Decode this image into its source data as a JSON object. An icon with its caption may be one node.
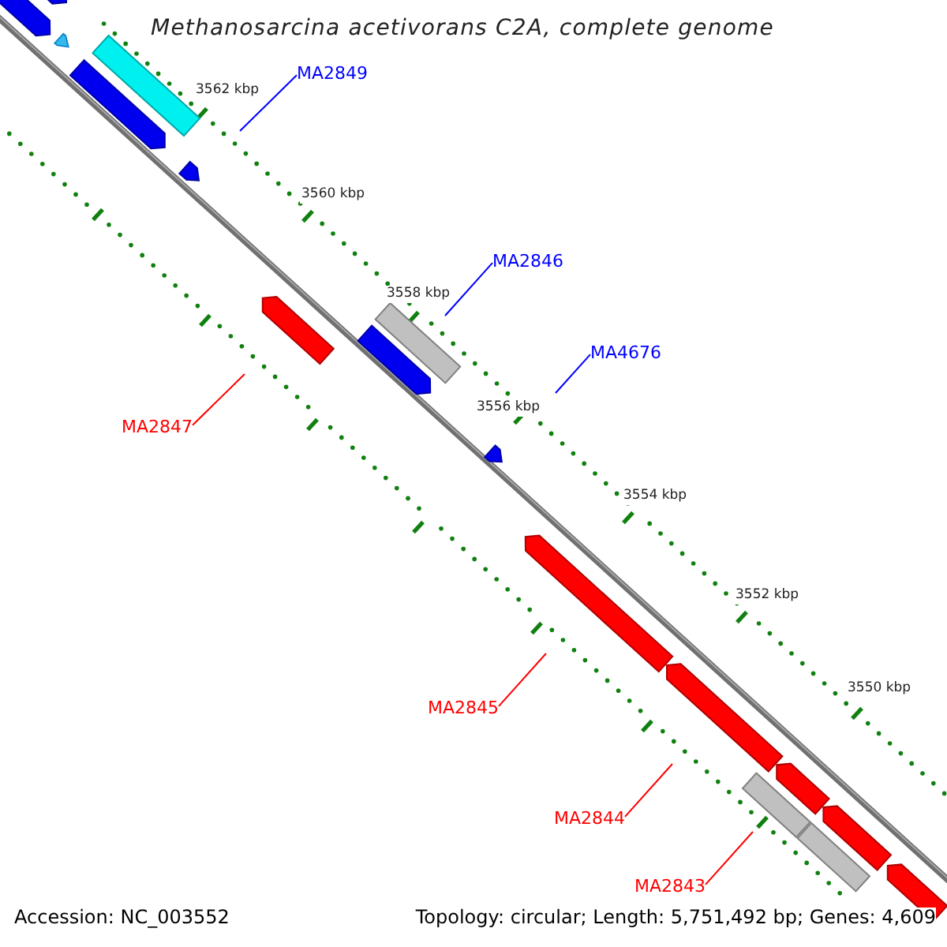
{
  "diagram": {
    "title": "Methanosarcina acetivorans C2A, complete genome",
    "nodes": [
      {
        "text": [
          "MA2849"
        ]
      },
      {
        "text": [
          "MA2846"
        ]
      },
      {
        "text": [
          "MA4676"
        ]
      },
      {
        "text": [
          "MA2847"
        ]
      },
      {
        "text": [
          "MA2845"
        ]
      },
      {
        "text": [
          "MA2844"
        ]
      },
      {
        "text": [
          "MA2843"
        ]
      }
    ],
    "edges": [
      {
        "from": 0,
        "to": null,
        "arrow": "none",
        "color": "#0000ff"
      },
      {
        "from": 1,
        "to": null,
        "arrow": "none",
        "color": "#0000ff"
      },
      {
        "from": 2,
        "to": null,
        "arrow": "none",
        "color": "#0000ff"
      },
      {
        "from": 3,
        "to": null,
        "arrow": "none"
      },
      {
        "from": 4,
        "to": null,
        "arrow": "none"
      },
      {
        "from": 5,
        "to": null,
        "arrow": "none"
      },
      {
        "from": 6,
        "to": null,
        "arrow": "none"
      }
    ],
    "labels": [
      "3562 kbp",
      "3560 kbp",
      "3558 kbp",
      "3556 kbp",
      "3554 kbp",
      "3552 kbp",
      "3550 kbp",
      "Accession: NC_003552",
      "Topology: circular; Length: 5,751,492 bp; Genes: 4,609"
    ]
  }
}
